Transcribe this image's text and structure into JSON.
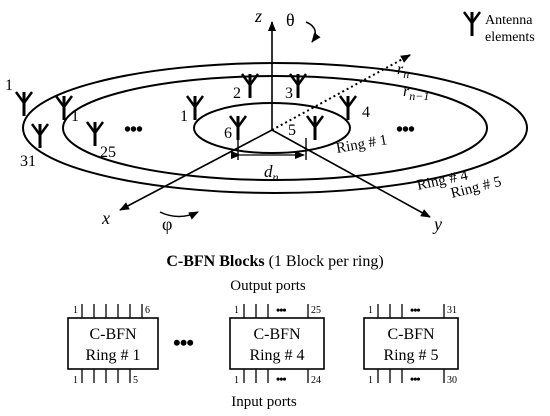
{
  "axes": {
    "z": "z",
    "x": "x",
    "y": "y",
    "theta": "θ",
    "phi": "φ"
  },
  "legend": {
    "line1": "Antenna",
    "line2": "elements"
  },
  "radius": {
    "rn_base": "r",
    "rn_sub": "n",
    "rn1_base": "r",
    "rn1_sub": "n−1"
  },
  "spacing": {
    "base": "d",
    "sub": "n"
  },
  "rings": {
    "r1": "Ring # 1",
    "r4": "Ring # 4",
    "r5": "Ring # 5"
  },
  "element_numbers": {
    "inner": [
      "1",
      "2",
      "3",
      "4",
      "5",
      "6"
    ],
    "ring4_top": "1",
    "ring4_bottom": "25",
    "ring5_top": "1",
    "ring5_bottom": "31"
  },
  "ellipsis": "•••",
  "bfn": {
    "title_bold": "C-BFN Blocks",
    "title_rest": " (1 Block per ring)",
    "output_ports": "Output ports",
    "input_ports": "Input ports",
    "blocks": [
      {
        "line1": "C-BFN",
        "line2": "Ring # 1",
        "top_left": "1",
        "top_right": "6",
        "bottom_left": "1",
        "bottom_right": "5"
      },
      {
        "line1": "C-BFN",
        "line2": "Ring # 4",
        "top_left": "1",
        "top_right": "25",
        "bottom_left": "1",
        "bottom_right": "24"
      },
      {
        "line1": "C-BFN",
        "line2": "Ring # 5",
        "top_left": "1",
        "top_right": "31",
        "bottom_left": "1",
        "bottom_right": "30"
      }
    ]
  }
}
